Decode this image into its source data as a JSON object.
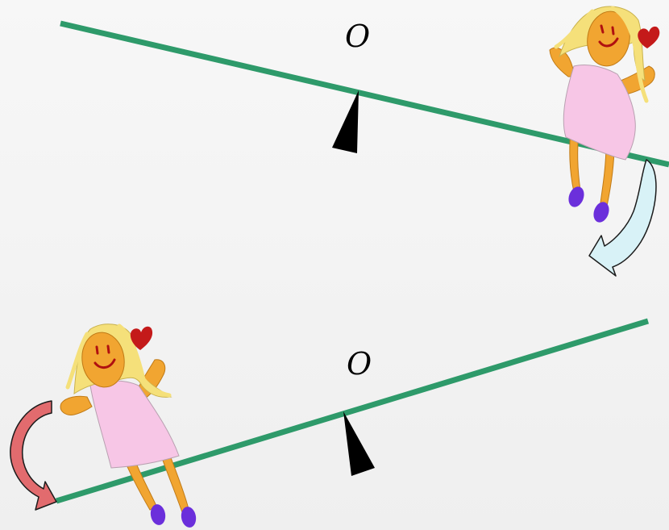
{
  "diagram": {
    "top_seesaw": {
      "pivot_label": "O",
      "rotation_arrow": "clockwise"
    },
    "bottom_seesaw": {
      "pivot_label": "O",
      "rotation_arrow": "counterclockwise"
    }
  },
  "colors": {
    "background": "#f4f4f4",
    "plank": "#2e9a6a",
    "fulcrum": "#000000",
    "skin": "#f1a531",
    "hair": "#f5e07a",
    "dress": "#f7c6e6",
    "shoes": "#6b2fdb",
    "heart": "#c41a1a",
    "arrow_top": "#d8f2f7",
    "arrow_bottom": "#e26b6e"
  }
}
